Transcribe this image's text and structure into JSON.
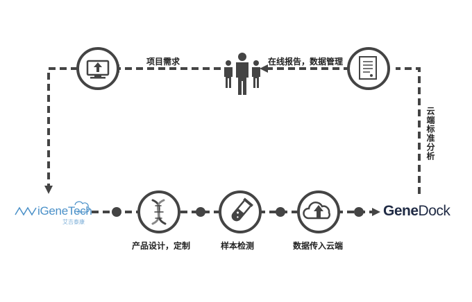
{
  "labels": {
    "project_needs": "项目需求",
    "online_report": "在线报告，数据管理",
    "cloud_analysis": "云端标准分析",
    "product_design": "产品设计，定制",
    "sample_detect": "样本检测",
    "data_upload": "数据传入云端"
  },
  "brands": {
    "igenetech_name": "iGeneTech",
    "igenetech_cn": "艾吉泰康",
    "genedock_part1": "Gene",
    "genedock_part2": "Dock"
  },
  "colors": {
    "line": "#444444",
    "node": "#444444",
    "text": "#222222",
    "accent_blue": "#4a90c8",
    "genedock_navy": "#1f2a44"
  },
  "icons": [
    "computer-upload-icon",
    "team-people-icon",
    "report-document-icon",
    "dna-icon",
    "test-tube-icon",
    "cloud-upload-icon"
  ]
}
